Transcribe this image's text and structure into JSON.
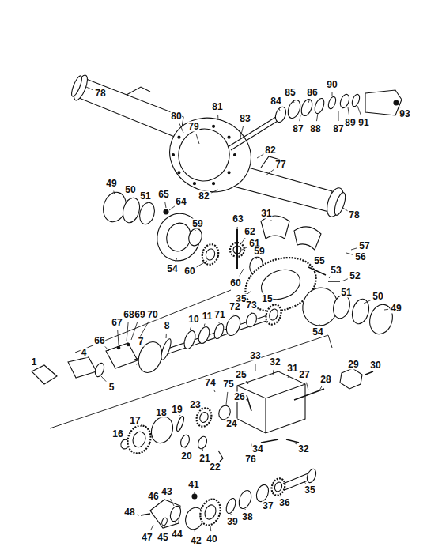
{
  "diagram": {
    "labels": [
      "78",
      "80",
      "79",
      "81",
      "83",
      "84",
      "85",
      "86",
      "90",
      "87",
      "88",
      "87",
      "89",
      "91",
      "93",
      "82",
      "77",
      "82",
      "78",
      "49",
      "50",
      "51",
      "65",
      "64",
      "59",
      "54",
      "63",
      "62",
      "61",
      "60",
      "31",
      "57",
      "56",
      "60",
      "59",
      "55",
      "53",
      "52",
      "35",
      "51",
      "50",
      "49",
      "54",
      "67",
      "68",
      "69",
      "70",
      "66",
      "8",
      "10",
      "11",
      "71",
      "72",
      "73",
      "15",
      "7",
      "1",
      "4",
      "5",
      "33",
      "25",
      "32",
      "31",
      "29",
      "30",
      "74",
      "75",
      "26",
      "27",
      "28",
      "24",
      "23",
      "19",
      "18",
      "17",
      "16",
      "20",
      "21",
      "22",
      "34",
      "32",
      "76",
      "41",
      "43",
      "46",
      "48",
      "47",
      "45",
      "44",
      "42",
      "40",
      "39",
      "38",
      "37",
      "36",
      "35"
    ]
  }
}
